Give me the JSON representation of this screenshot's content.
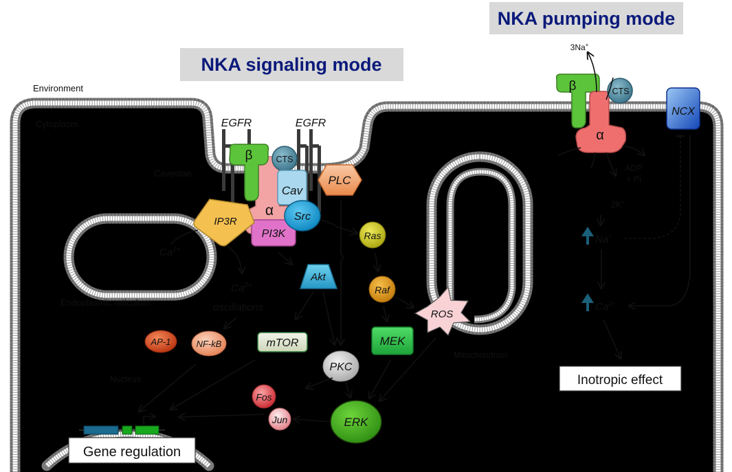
{
  "modes": {
    "signaling": "NKA signaling mode",
    "pumping": "NKA pumping mode"
  },
  "regions": {
    "environment": "Environment",
    "cytoplasm": "Cytoplasm",
    "caveolae": "Caveolae",
    "er": "Endoplasmic reticulum",
    "nucleus": "Nucleus",
    "mitochondrion": "Mitochondrion"
  },
  "signaling": {
    "egfr_left": "EGFR",
    "egfr_right": "EGFR",
    "beta": "β",
    "alpha": "α",
    "cts": "CTS",
    "cav": "Cav",
    "plc": "PLC",
    "src": "Src",
    "pi3k": "PI3K",
    "ip3r": "IP3R",
    "ca_er": "Ca",
    "ca_er_sup": "2+",
    "ca_osc": "Ca",
    "ca_osc_sup": "2+",
    "oscillations": "oscillations",
    "akt": "Akt",
    "mtor": "mTOR",
    "pkc": "PKC",
    "ras": "Ras",
    "raf": "Raf",
    "mek": "MEK",
    "ros": "ROS",
    "erk": "ERK",
    "ap1": "AP-1",
    "nfkb": "NF-kB",
    "fos": "Fos",
    "jun": "Jun",
    "gene_regulation": "Gene regulation"
  },
  "pumping": {
    "na_out": "3Na",
    "na_out_sup": "+",
    "beta": "β",
    "alpha": "α",
    "cts": "CTS",
    "ncx": "NCX",
    "adp": "ADP",
    "pi": "+ Pi",
    "k_in": "2K",
    "k_in_sup": "+",
    "na": "Na",
    "na_sup": "+",
    "ca": "Ca",
    "ca_sup": "2+",
    "inotropic": "Inotropic effect"
  },
  "colors": {
    "title_text": "#0b1a7a",
    "title_bg": "#d9d9d9",
    "beta": "#5cc43a",
    "alpha": "#f2a3a3",
    "alpha_pump": "#ef6f6f",
    "cts": "#4f8ea6",
    "cav": "#a9d8ef",
    "plc": "#f2a06a",
    "src": "#1aa3dd",
    "pi3k": "#e073c9",
    "ip3r": "#f4c150",
    "akt": "#3ab4dc",
    "mtor": "#dfe6cf",
    "pkc": "#c9c9c9",
    "ras": "#c9c41a",
    "raf": "#e29a1a",
    "mek": "#2dc24a",
    "ros": "#f9d2d6",
    "erk": "#3fa51a",
    "ap1": "#e0501f",
    "nfkb": "#f2a07a",
    "fos": "#e44a4f",
    "jun": "#f0a8ad",
    "ncx": "#2f6fd8",
    "up_arrow": "#1b5f7a",
    "gene_blue": "#1b6a8f",
    "gene_green": "#18a81e"
  }
}
